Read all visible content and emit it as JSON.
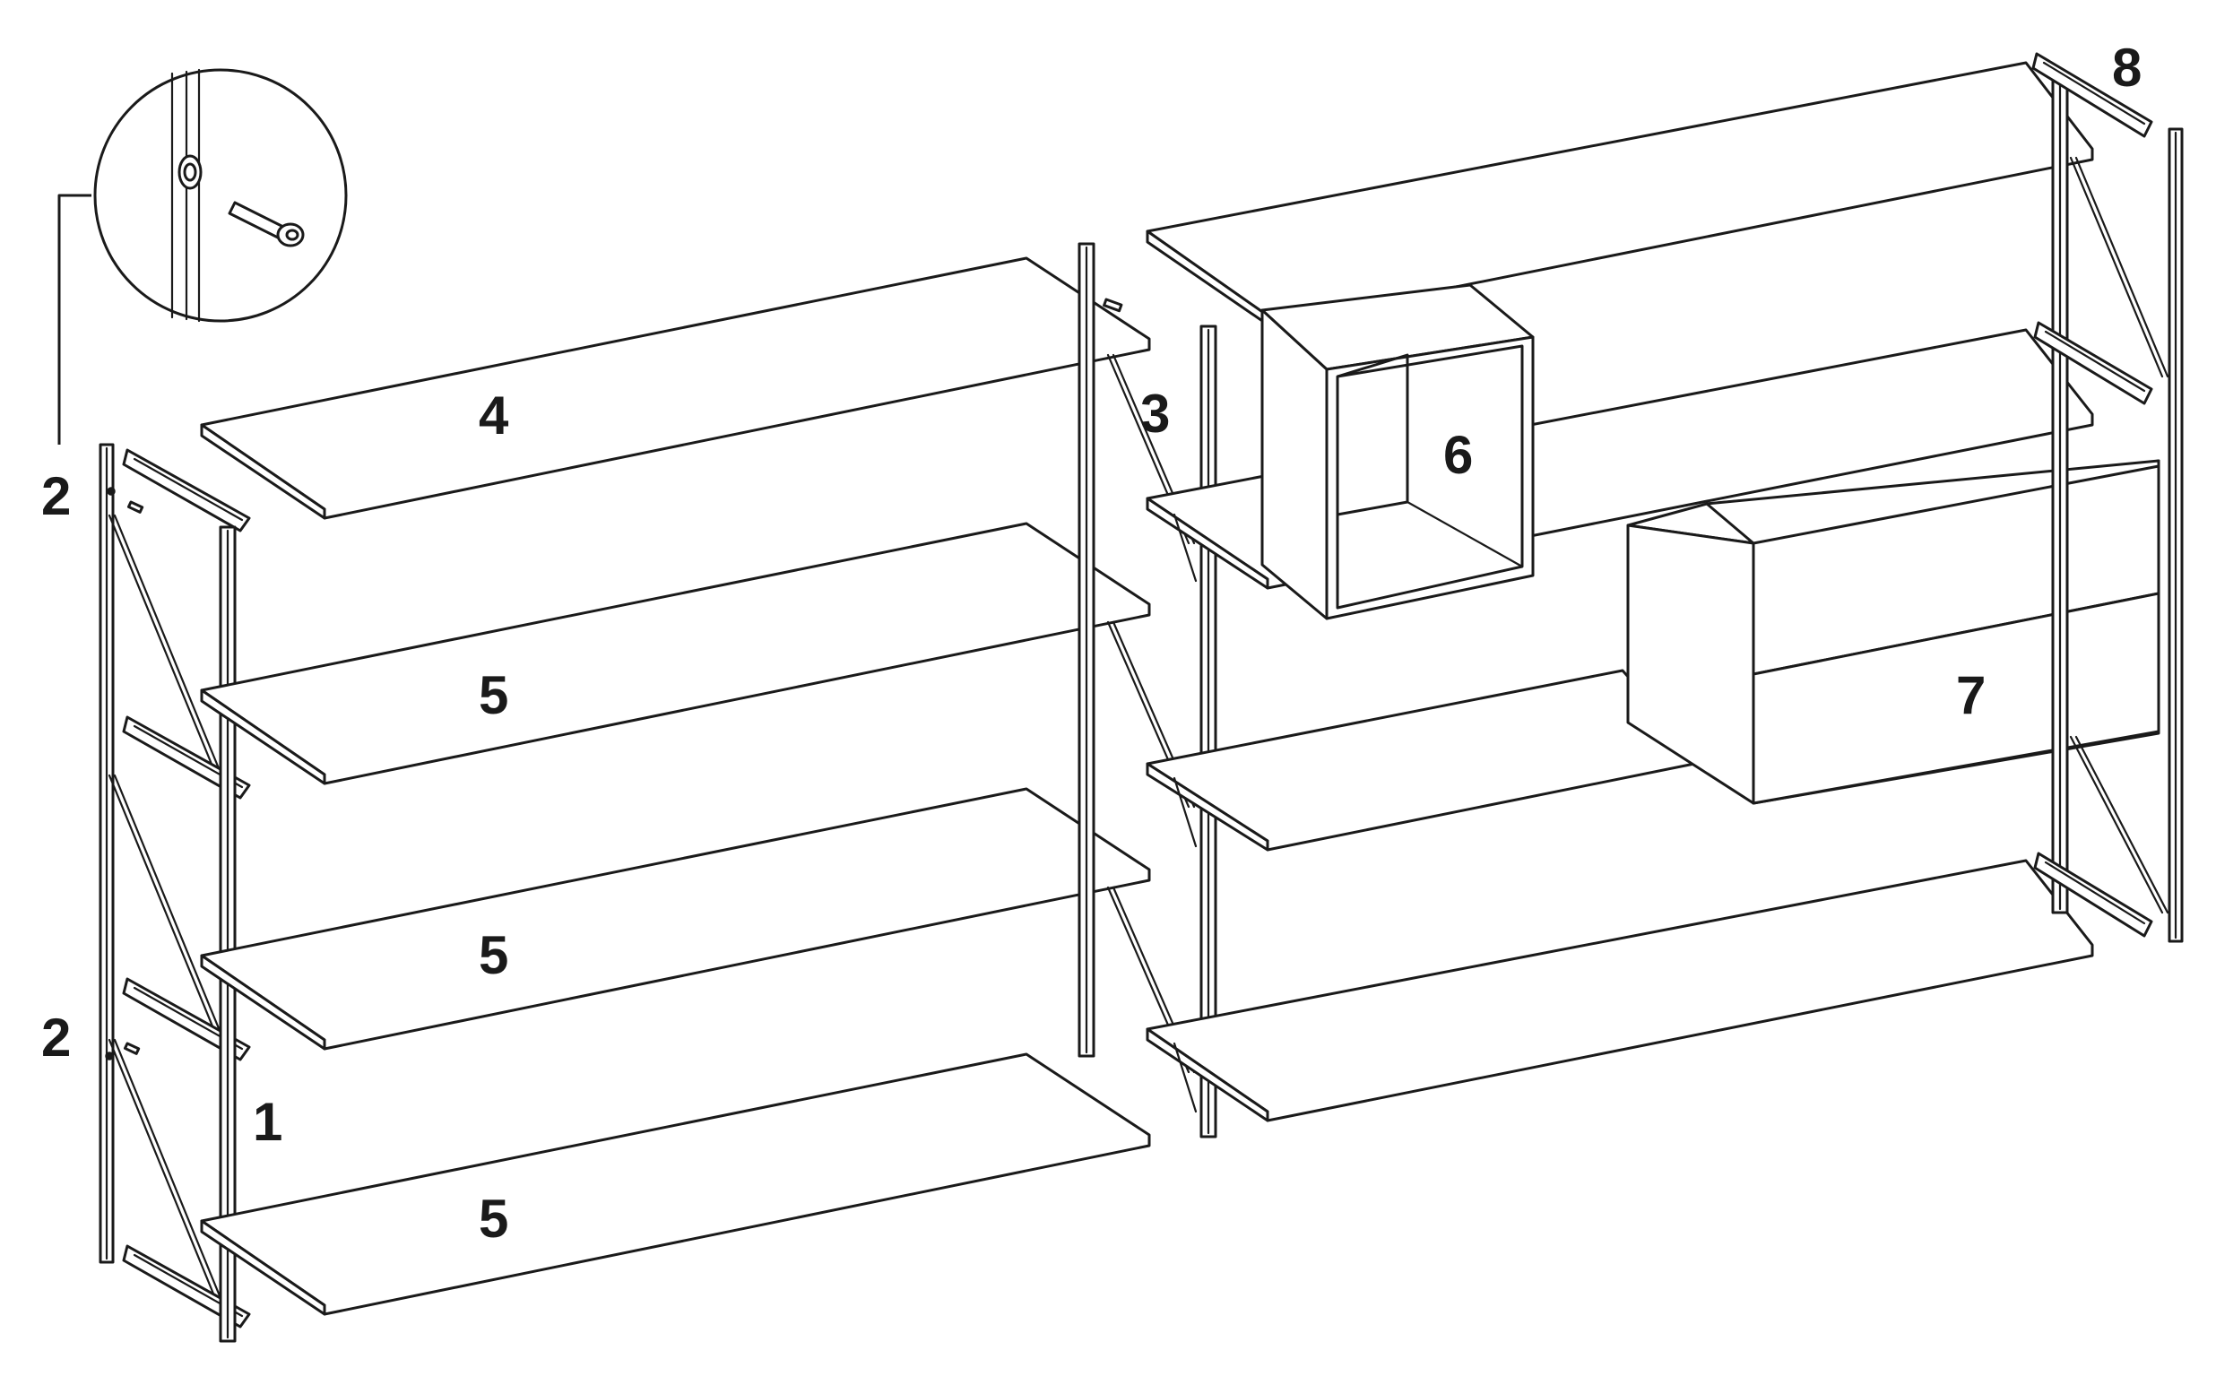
{
  "diagram": {
    "line_color": "#1a1a1a",
    "background": "#ffffff",
    "callouts": [
      {
        "id": "upright-front",
        "label": "1"
      },
      {
        "id": "bracket-upper",
        "label": "2"
      },
      {
        "id": "bracket-lower",
        "label": "2"
      },
      {
        "id": "upright-back",
        "label": "3"
      },
      {
        "id": "top-shelf",
        "label": "4"
      },
      {
        "id": "shelf-a",
        "label": "5"
      },
      {
        "id": "shelf-b",
        "label": "5"
      },
      {
        "id": "shelf-c",
        "label": "5"
      },
      {
        "id": "open-cube",
        "label": "6"
      },
      {
        "id": "drawer-unit",
        "label": "7"
      },
      {
        "id": "wall-bracket",
        "label": "8"
      }
    ]
  }
}
